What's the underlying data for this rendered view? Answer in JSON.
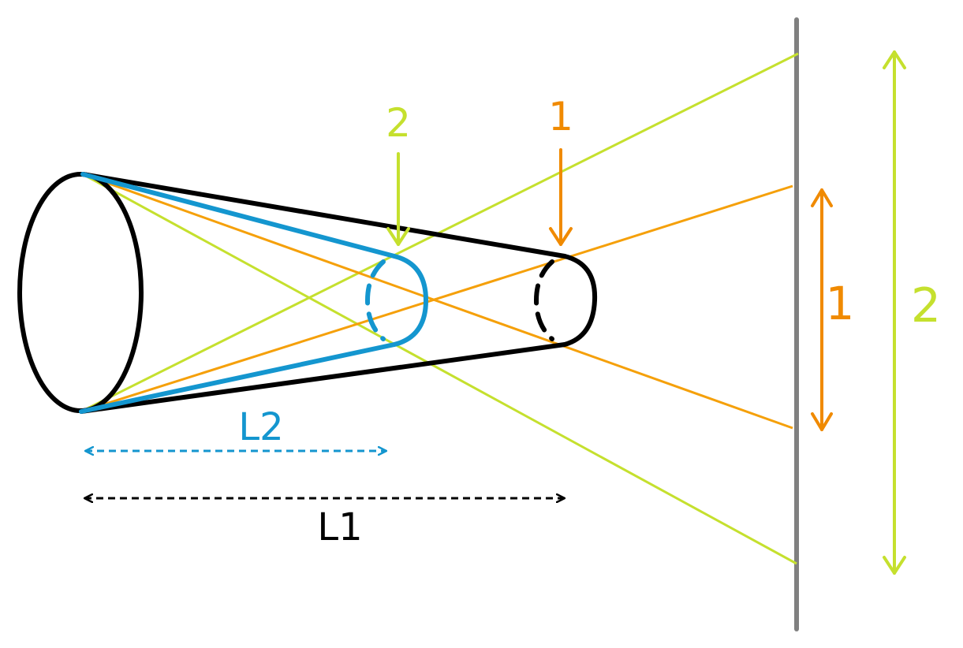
{
  "colors": {
    "outline": "#000000",
    "blue": "#1496cf",
    "orange": "#f5a00a",
    "orange_dark": "#f08a00",
    "green": "#c5e02e",
    "screen": "#808080"
  },
  "labels": {
    "green_marker": "2",
    "orange_marker": "1",
    "orange_extent": "1",
    "green_extent": "2",
    "l2": "L2",
    "l1": "L1"
  }
}
